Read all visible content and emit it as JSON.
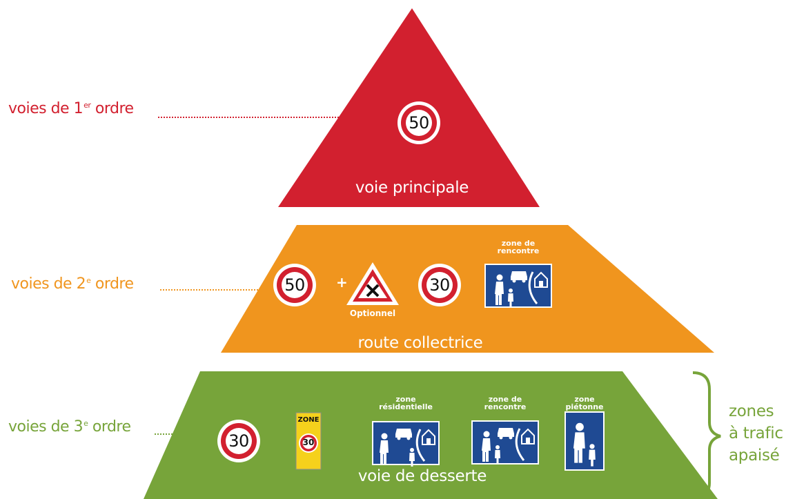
{
  "colors": {
    "tier1": "#d2202f",
    "tier2": "#f0951e",
    "tier3": "#77a43a",
    "sign_blue": "#1f4a93"
  },
  "tier1": {
    "label_prefix": "voies de 1",
    "label_sup": "er",
    "label_suffix": " ordre",
    "name": "voie principale",
    "sign": "50"
  },
  "tier2": {
    "label_prefix": "voies de 2",
    "label_sup": "e",
    "label_suffix": " ordre",
    "name": "route collectrice",
    "sign_a": "50",
    "plus": "+",
    "optional_label": "Optionnel",
    "sign_b": "30",
    "meeting_zone_caption_1": "zone de",
    "meeting_zone_caption_2": "rencontre"
  },
  "tier3": {
    "label_prefix": "voies de 3",
    "label_sup": "e",
    "label_suffix": " ordre",
    "name": "voie de desserte",
    "sign": "30",
    "zone_sign_text": "ZONE",
    "zone_sign_value": "30",
    "residential_caption_1": "zone",
    "residential_caption_2": "résidentielle",
    "meeting_caption_1": "zone de",
    "meeting_caption_2": "rencontre",
    "pedestrian_caption_1": "zone",
    "pedestrian_caption_2": "piétonne"
  },
  "zones_label": {
    "line1": "zones",
    "line2": "à trafic",
    "line3": "apaisé"
  }
}
